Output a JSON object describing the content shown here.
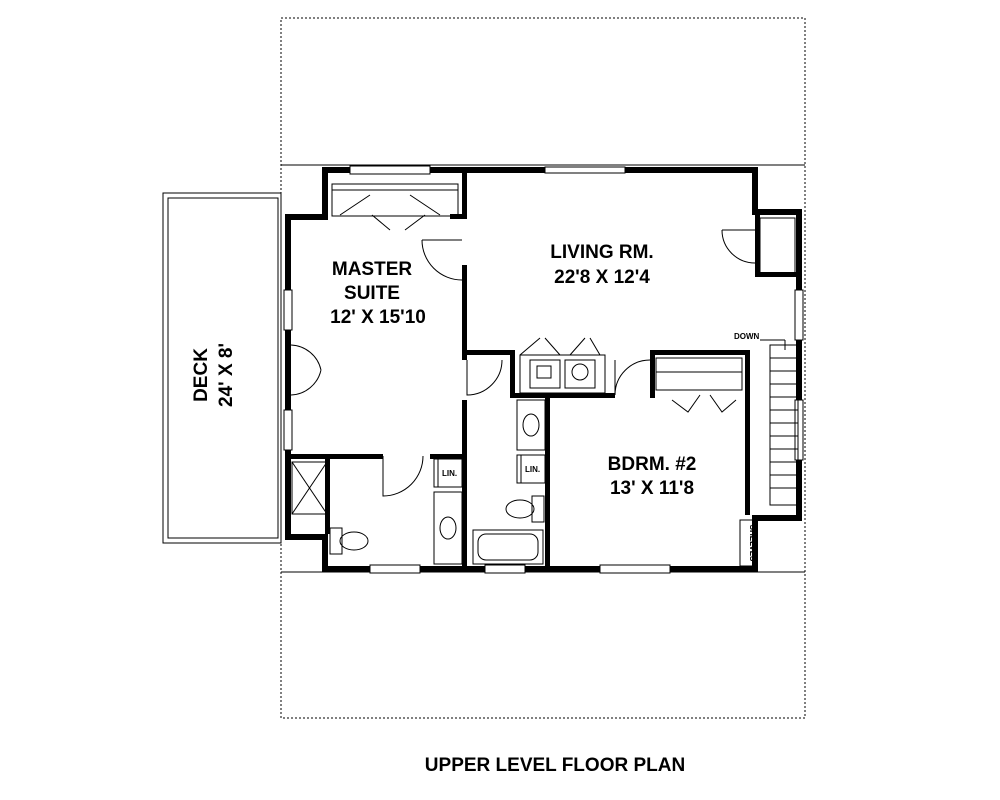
{
  "rooms": {
    "master": {
      "line1": "MASTER",
      "line2": "SUITE",
      "dims": "12' X 15'10"
    },
    "living": {
      "name": "LIVING RM.",
      "dims": "22'8 X 12'4"
    },
    "bedroom2": {
      "name": "BDRM. #2",
      "dims": "13' X 11'8"
    },
    "deck": {
      "name": "DECK",
      "dims": "24' X 8'"
    }
  },
  "labels": {
    "stairs": "DOWN",
    "linen": "LIN.",
    "shelves": "SHELVES"
  },
  "caption": "UPPER LEVEL FLOOR PLAN"
}
